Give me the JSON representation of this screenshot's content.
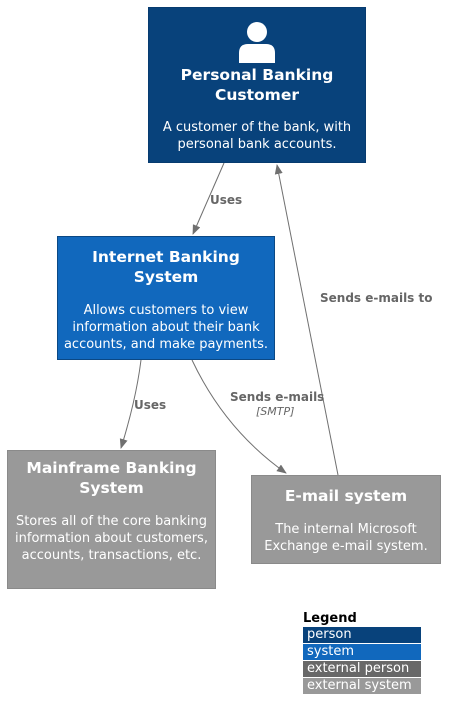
{
  "nodes": {
    "customer": {
      "title": "Personal Banking Customer",
      "description": "A customer of the bank, with personal bank accounts.",
      "icon": "person-icon",
      "color": "#08427b"
    },
    "internet_banking": {
      "title": "Internet Banking System",
      "description": "Allows customers to view information about their bank accounts, and make payments.",
      "color": "#1168bd"
    },
    "mainframe": {
      "title": "Mainframe Banking System",
      "description": "Stores all of the core banking information about customers, accounts, transactions, etc.",
      "color": "#999999"
    },
    "email": {
      "title": "E-mail system",
      "description": "The internal Microsoft Exchange e-mail system.",
      "color": "#999999"
    }
  },
  "edges": {
    "customer_to_ibs": {
      "label": "Uses"
    },
    "ibs_to_mainframe": {
      "label": "Uses"
    },
    "ibs_to_email": {
      "label": "Sends e-mails",
      "technology": "[SMTP]"
    },
    "email_to_customer": {
      "label": "Sends e-mails to"
    }
  },
  "legend": {
    "title": "Legend",
    "items": [
      {
        "label": "person",
        "color": "#08427b"
      },
      {
        "label": "system",
        "color": "#1168bd"
      },
      {
        "label": "external person",
        "color": "#686868"
      },
      {
        "label": "external system",
        "color": "#999999"
      }
    ]
  }
}
